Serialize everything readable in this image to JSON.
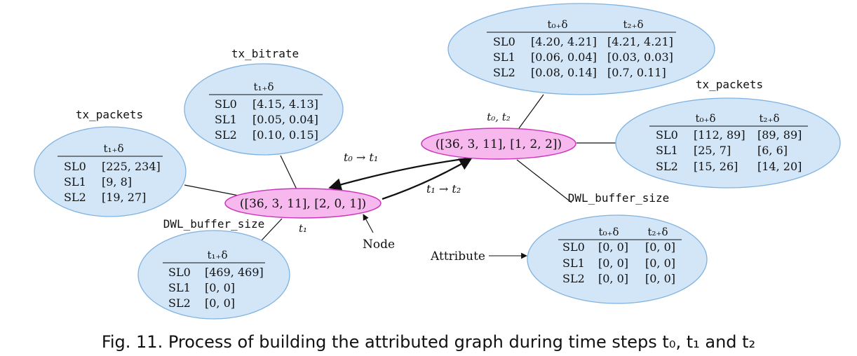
{
  "colors": {
    "attribute_fill": "#d3e6f8",
    "attribute_stroke": "#7fb2e0",
    "node_fill": "#f7b8ee",
    "node_stroke": "#cc33bb",
    "line": "#111111"
  },
  "nodes": [
    {
      "id": "node_left",
      "label": "([36, 3, 11], [2, 0, 1])",
      "time_label": "t₁"
    },
    {
      "id": "node_right",
      "label": "([36, 3, 11], [1, 2, 2])",
      "time_label": "t₀, t₂"
    }
  ],
  "edges": [
    {
      "from": "node_right",
      "to": "node_left",
      "label": "t₀ → t₁"
    },
    {
      "from": "node_left",
      "to": "node_right",
      "label": "t₁ → t₂"
    }
  ],
  "attributes": [
    {
      "id": "attr_tx_packets_left",
      "title": "tx_packets",
      "node": "node_left",
      "columns": [
        "t₁₊δ"
      ],
      "rows": [
        [
          "SL0",
          "[225, 234]"
        ],
        [
          "SL1",
          "[9, 8]"
        ],
        [
          "SL2",
          "[19, 27]"
        ]
      ]
    },
    {
      "id": "attr_tx_bitrate_left",
      "title": "tx_bitrate",
      "node": "node_left",
      "columns": [
        "t₁₊δ"
      ],
      "rows": [
        [
          "SL0",
          "[4.15, 4.13]"
        ],
        [
          "SL1",
          "[0.05, 0.04]"
        ],
        [
          "SL2",
          "[0.10, 0.15]"
        ]
      ]
    },
    {
      "id": "attr_dwl_left",
      "title": "DWL_buffer_size",
      "node": "node_left",
      "columns": [
        "t₁₊δ"
      ],
      "rows": [
        [
          "SL0",
          "[469, 469]"
        ],
        [
          "SL1",
          "[0, 0]"
        ],
        [
          "SL2",
          "[0, 0]"
        ]
      ]
    },
    {
      "id": "attr_bitrate_right",
      "title": "",
      "node": "node_right",
      "columns": [
        "t₀₊δ",
        "t₂₊δ"
      ],
      "rows": [
        [
          "SL0",
          "[4.20, 4.21]",
          "[4.21, 4.21]"
        ],
        [
          "SL1",
          "[0.06, 0.04]",
          "[0.03, 0.03]"
        ],
        [
          "SL2",
          "[0.08, 0.14]",
          "[0.7, 0.11]"
        ]
      ]
    },
    {
      "id": "attr_tx_packets_right",
      "title": "tx_packets",
      "node": "node_right",
      "columns": [
        "t₀₊δ",
        "t₂₊δ"
      ],
      "rows": [
        [
          "SL0",
          "[112, 89]",
          "[89, 89]"
        ],
        [
          "SL1",
          "[25, 7]",
          "[6, 6]"
        ],
        [
          "SL2",
          "[15, 26]",
          "[14, 20]"
        ]
      ]
    },
    {
      "id": "attr_dwl_right",
      "title": "DWL_buffer_size",
      "node": "node_right",
      "columns": [
        "t₀₊δ",
        "t₂₊δ"
      ],
      "rows": [
        [
          "SL0",
          "[0, 0]",
          "[0, 0]"
        ],
        [
          "SL1",
          "[0, 0]",
          "[0, 0]"
        ],
        [
          "SL2",
          "[0, 0]",
          "[0, 0]"
        ]
      ]
    }
  ],
  "annotations": {
    "node": "Node",
    "attribute": "Attribute"
  },
  "caption": "Fig. 11.  Process of building the attributed graph during time steps t₀, t₁ and t₂"
}
